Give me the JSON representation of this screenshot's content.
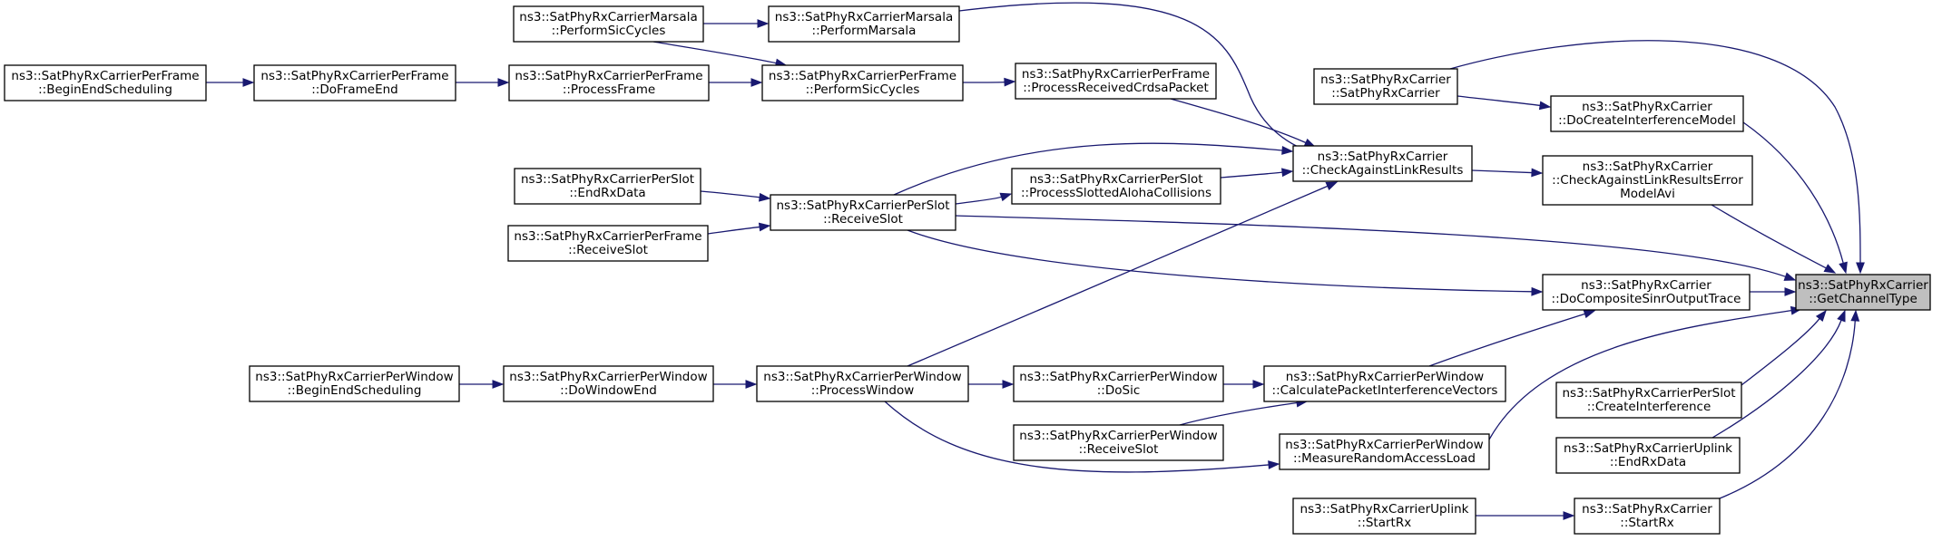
{
  "graph": {
    "nodes": [
      {
        "id": "getchanneltype",
        "lines": [
          "ns3::SatPhyRxCarrier",
          "::GetChannelType"
        ],
        "focus": true
      },
      {
        "id": "satphyrxcarrier-ctor",
        "lines": [
          "ns3::SatPhyRxCarrier",
          "::SatPhyRxCarrier"
        ]
      },
      {
        "id": "docreateinterferencemodel",
        "lines": [
          "ns3::SatPhyRxCarrier",
          "::DoCreateInterferenceModel"
        ]
      },
      {
        "id": "checkagainstlinkresultserrormodelavi",
        "lines": [
          "ns3::SatPhyRxCarrier",
          "::CheckAgainstLinkResultsError",
          "ModelAvi"
        ]
      },
      {
        "id": "docompositesinroutputtrace",
        "lines": [
          "ns3::SatPhyRxCarrier",
          "::DoCompositeSinrOutputTrace"
        ]
      },
      {
        "id": "perslot-createinterference",
        "lines": [
          "ns3::SatPhyRxCarrierPerSlot",
          "::CreateInterference"
        ]
      },
      {
        "id": "uplink-endrxdata",
        "lines": [
          "ns3::SatPhyRxCarrierUplink",
          "::EndRxData"
        ]
      },
      {
        "id": "startrx",
        "lines": [
          "ns3::SatPhyRxCarrier",
          "::StartRx"
        ]
      },
      {
        "id": "checkagainstlinkresults",
        "lines": [
          "ns3::SatPhyRxCarrier",
          "::CheckAgainstLinkResults"
        ]
      },
      {
        "id": "processreceivedcrdsapacket",
        "lines": [
          "ns3::SatPhyRxCarrierPerFrame",
          "::ProcessReceivedCrdsaPacket"
        ]
      },
      {
        "id": "processslottedalohacollisions",
        "lines": [
          "ns3::SatPhyRxCarrierPerSlot",
          "::ProcessSlottedAlohaCollisions"
        ]
      },
      {
        "id": "perslot-receiveslot",
        "lines": [
          "ns3::SatPhyRxCarrierPerSlot",
          "::ReceiveSlot"
        ]
      },
      {
        "id": "calculatepacketinterferencevectors",
        "lines": [
          "ns3::SatPhyRxCarrierPerWindow",
          "::CalculatePacketInterferenceVectors"
        ]
      },
      {
        "id": "measurerandomaccessload",
        "lines": [
          "ns3::SatPhyRxCarrierPerWindow",
          "::MeasureRandomAccessLoad"
        ]
      },
      {
        "id": "uplink-startrx",
        "lines": [
          "ns3::SatPhyRxCarrierUplink",
          "::StartRx"
        ]
      },
      {
        "id": "marsala-performmarsala",
        "lines": [
          "ns3::SatPhyRxCarrierMarsala",
          "::PerformMarsala"
        ]
      },
      {
        "id": "marsala-performsiccycles",
        "lines": [
          "ns3::SatPhyRxCarrierMarsala",
          "::PerformSicCycles"
        ]
      },
      {
        "id": "perframe-performsiccycles",
        "lines": [
          "ns3::SatPhyRxCarrierPerFrame",
          "::PerformSicCycles"
        ]
      },
      {
        "id": "perframe-processframe",
        "lines": [
          "ns3::SatPhyRxCarrierPerFrame",
          "::ProcessFrame"
        ]
      },
      {
        "id": "perframe-doframeend",
        "lines": [
          "ns3::SatPhyRxCarrierPerFrame",
          "::DoFrameEnd"
        ]
      },
      {
        "id": "perframe-beginendscheduling",
        "lines": [
          "ns3::SatPhyRxCarrierPerFrame",
          "::BeginEndScheduling"
        ]
      },
      {
        "id": "perslot-endrxdata",
        "lines": [
          "ns3::SatPhyRxCarrierPerSlot",
          "::EndRxData"
        ]
      },
      {
        "id": "perframe-receiveslot",
        "lines": [
          "ns3::SatPhyRxCarrierPerFrame",
          "::ReceiveSlot"
        ]
      },
      {
        "id": "perwindow-processwindow",
        "lines": [
          "ns3::SatPhyRxCarrierPerWindow",
          "::ProcessWindow"
        ]
      },
      {
        "id": "perwindow-dosic",
        "lines": [
          "ns3::SatPhyRxCarrierPerWindow",
          "::DoSic"
        ]
      },
      {
        "id": "perwindow-receiveslot",
        "lines": [
          "ns3::SatPhyRxCarrierPerWindow",
          "::ReceiveSlot"
        ]
      },
      {
        "id": "perwindow-dowindowend",
        "lines": [
          "ns3::SatPhyRxCarrierPerWindow",
          "::DoWindowEnd"
        ]
      },
      {
        "id": "perwindow-beginendscheduling",
        "lines": [
          "ns3::SatPhyRxCarrierPerWindow",
          "::BeginEndScheduling"
        ]
      }
    ],
    "edges": [
      {
        "from": "satphyrxcarrier-ctor",
        "to": "getchanneltype"
      },
      {
        "from": "docreateinterferencemodel",
        "to": "getchanneltype"
      },
      {
        "from": "checkagainstlinkresultserrormodelavi",
        "to": "getchanneltype"
      },
      {
        "from": "perslot-receiveslot",
        "to": "getchanneltype"
      },
      {
        "from": "docompositesinroutputtrace",
        "to": "getchanneltype"
      },
      {
        "from": "measurerandomaccessload",
        "to": "getchanneltype"
      },
      {
        "from": "perslot-createinterference",
        "to": "getchanneltype"
      },
      {
        "from": "uplink-endrxdata",
        "to": "getchanneltype"
      },
      {
        "from": "startrx",
        "to": "getchanneltype"
      },
      {
        "from": "satphyrxcarrier-ctor",
        "to": "docreateinterferencemodel"
      },
      {
        "from": "checkagainstlinkresults",
        "to": "checkagainstlinkresultserrormodelavi"
      },
      {
        "from": "perslot-receiveslot",
        "to": "docompositesinroutputtrace"
      },
      {
        "from": "calculatepacketinterferencevectors",
        "to": "docompositesinroutputtrace"
      },
      {
        "from": "uplink-startrx",
        "to": "startrx"
      },
      {
        "from": "marsala-performmarsala",
        "to": "checkagainstlinkresults"
      },
      {
        "from": "processreceivedcrdsapacket",
        "to": "checkagainstlinkresults"
      },
      {
        "from": "processslottedalohacollisions",
        "to": "checkagainstlinkresults"
      },
      {
        "from": "perslot-receiveslot",
        "to": "checkagainstlinkresults"
      },
      {
        "from": "perwindow-processwindow",
        "to": "checkagainstlinkresults"
      },
      {
        "from": "perframe-performsiccycles",
        "to": "processreceivedcrdsapacket"
      },
      {
        "from": "perslot-receiveslot",
        "to": "processslottedalohacollisions"
      },
      {
        "from": "perwindow-dosic",
        "to": "calculatepacketinterferencevectors"
      },
      {
        "from": "perwindow-receiveslot",
        "to": "calculatepacketinterferencevectors"
      },
      {
        "from": "perwindow-processwindow",
        "to": "measurerandomaccessload"
      },
      {
        "from": "marsala-performsiccycles",
        "to": "marsala-performmarsala"
      },
      {
        "from": "marsala-performsiccycles",
        "to": "perframe-performsiccycles"
      },
      {
        "from": "perframe-processframe",
        "to": "perframe-performsiccycles"
      },
      {
        "from": "perframe-doframeend",
        "to": "perframe-processframe"
      },
      {
        "from": "perframe-beginendscheduling",
        "to": "perframe-doframeend"
      },
      {
        "from": "perslot-endrxdata",
        "to": "perslot-receiveslot"
      },
      {
        "from": "perframe-receiveslot",
        "to": "perslot-receiveslot"
      },
      {
        "from": "perwindow-processwindow",
        "to": "perwindow-dosic"
      },
      {
        "from": "perwindow-dowindowend",
        "to": "perwindow-processwindow"
      },
      {
        "from": "perwindow-beginendscheduling",
        "to": "perwindow-dowindowend"
      }
    ]
  }
}
